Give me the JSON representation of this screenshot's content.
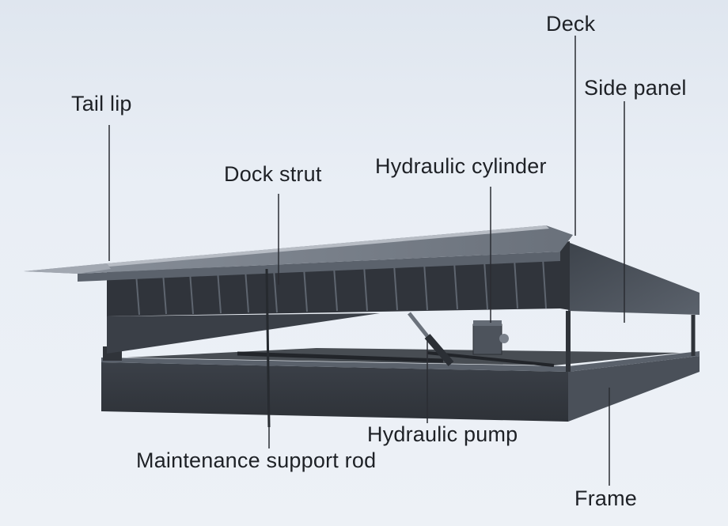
{
  "diagram": {
    "labels": {
      "deck": "Deck",
      "side_panel": "Side panel",
      "tail_lip": "Tail lip",
      "dock_strut": "Dock strut",
      "hydraulic_cylinder": "Hydraulic cylinder",
      "hydraulic_pump": "Hydraulic pump",
      "maintenance_support_rod": "Maintenance support rod",
      "frame": "Frame"
    },
    "colors": {
      "background": "#e6ecf3",
      "steel_dark": "#33383f",
      "steel_mid": "#454b54",
      "deck_top": "#7d848e",
      "leader_line": "#2a2d33",
      "label_text": "#1e2126"
    }
  }
}
